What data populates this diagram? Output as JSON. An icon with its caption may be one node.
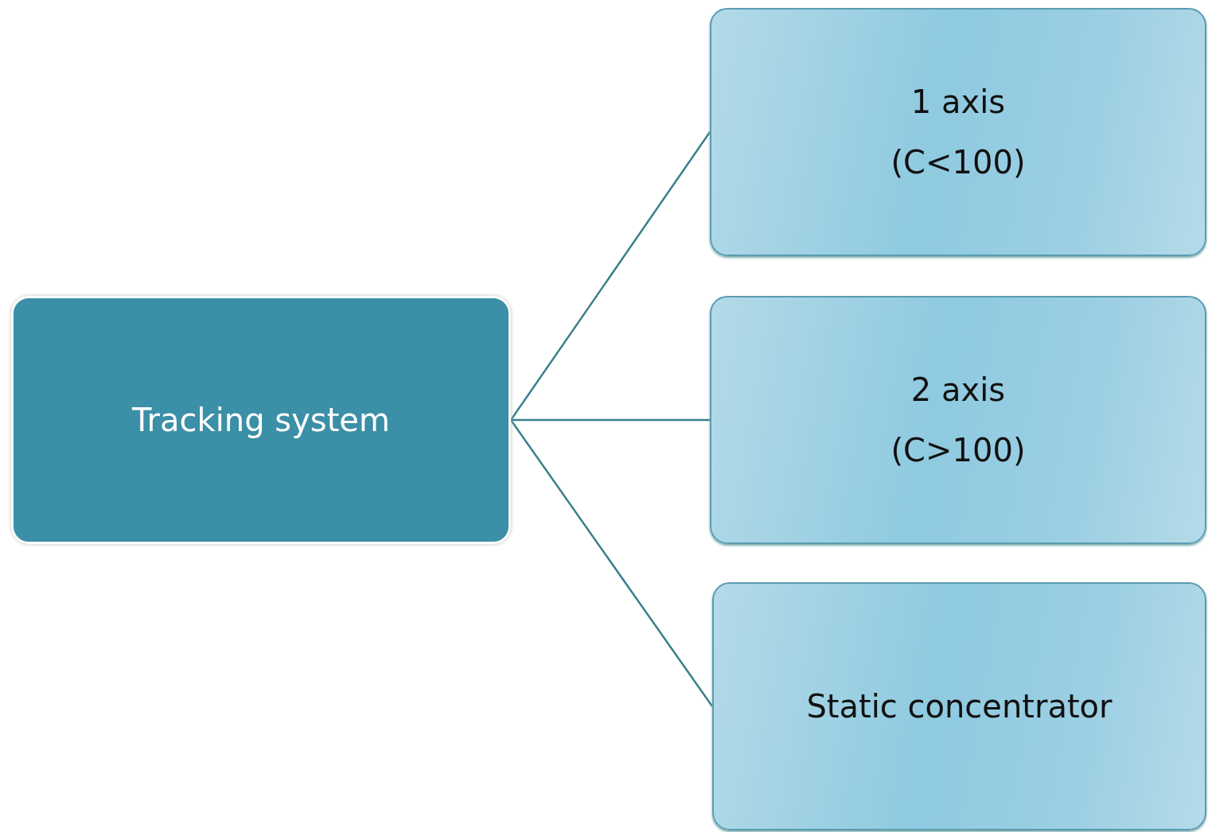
{
  "diagram": {
    "nodes": [
      {
        "text": [
          "Tracking system"
        ]
      },
      {
        "text": [
          "1 axis (C<100)"
        ]
      },
      {
        "text": [
          "2 axis (C>100)"
        ]
      },
      {
        "text": [
          "Static concentrator"
        ]
      }
    ],
    "edges": [
      {
        "from": 0,
        "to": 1,
        "arrow": "none"
      },
      {
        "from": 0,
        "to": 2,
        "arrow": "none"
      },
      {
        "from": 0,
        "to": 3,
        "arrow": "none"
      }
    ]
  }
}
